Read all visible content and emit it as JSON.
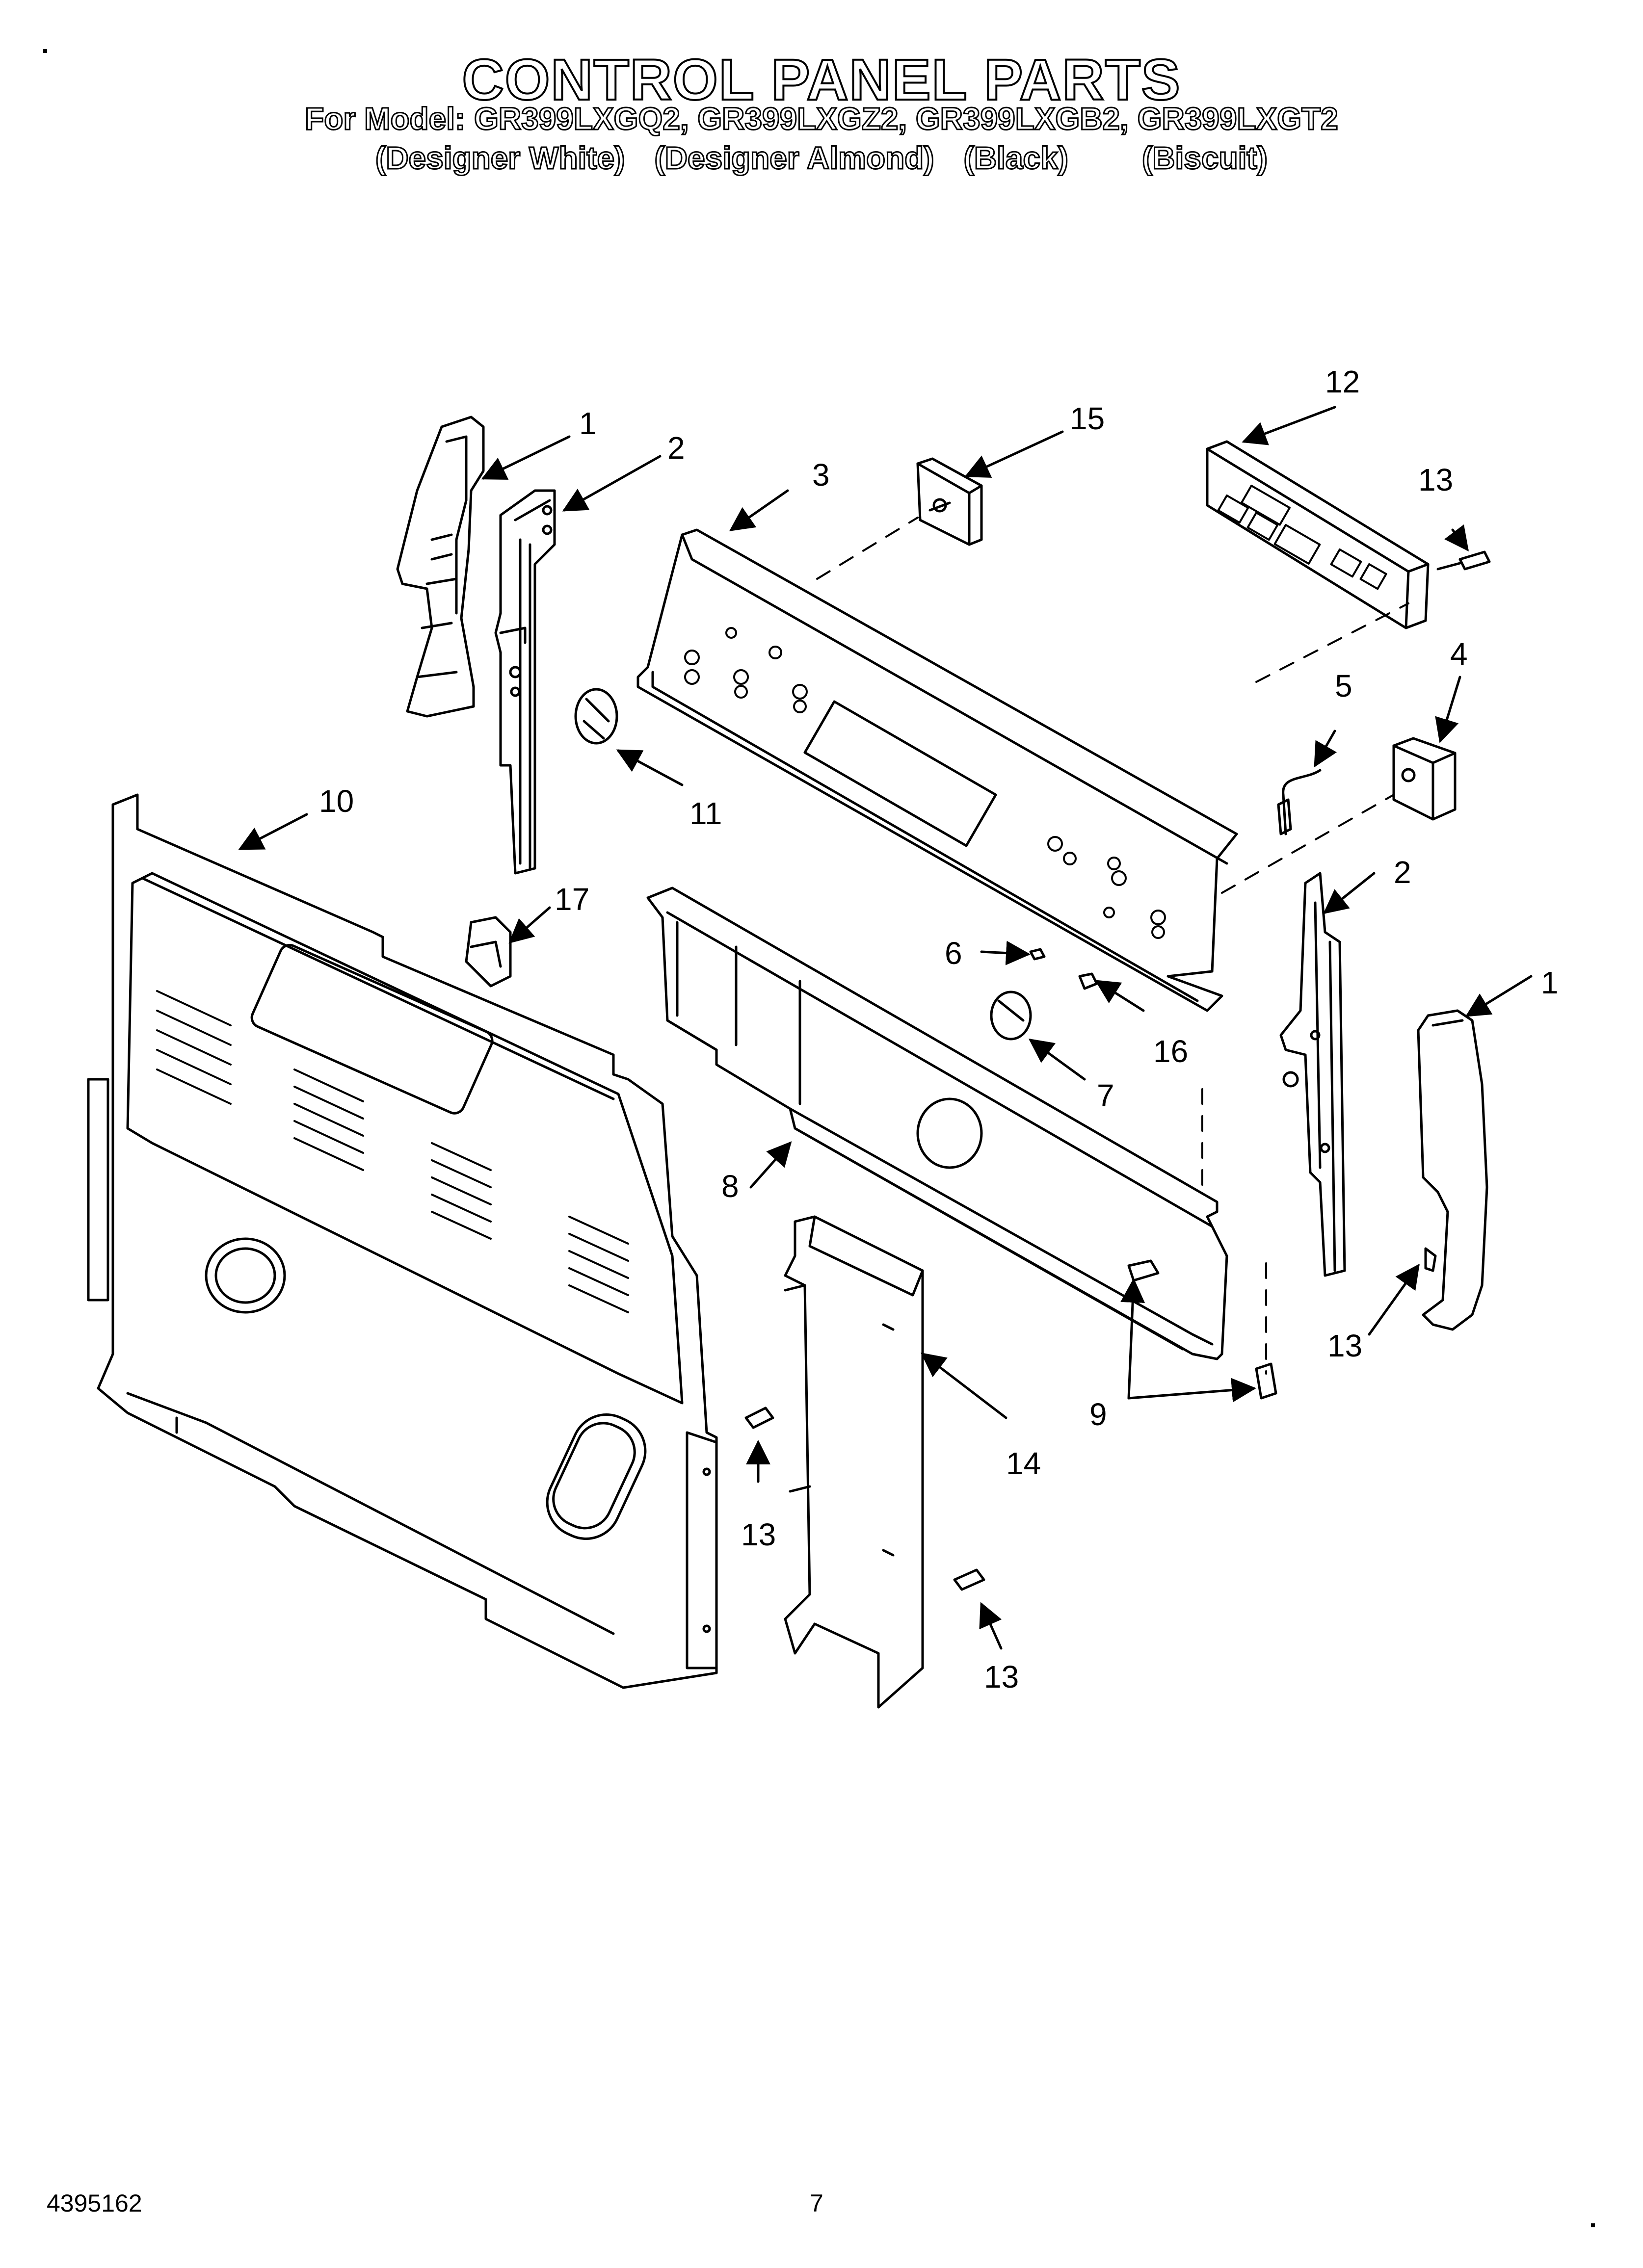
{
  "header": {
    "title": "CONTROL PANEL PARTS",
    "model_line": "For Model: GR399LXGQ2, GR399LXGZ2, GR399LXGB2, GR399LXGT2",
    "variants": [
      "(Designer White)",
      "(Designer Almond)",
      "(Black)",
      "(Biscuit)"
    ]
  },
  "callouts": {
    "c1a": "1",
    "c2a": "2",
    "c3": "3",
    "c15": "15",
    "c12": "12",
    "c13a": "13",
    "c5": "5",
    "c4": "4",
    "c11": "11",
    "c10": "10",
    "c17": "17",
    "c2b": "2",
    "c1b": "1",
    "c6": "6",
    "c16": "16",
    "c7": "7",
    "c8": "8",
    "c13b": "13",
    "c9": "9",
    "c14": "14",
    "c13c": "13",
    "c13d": "13"
  },
  "footer": {
    "part_number": "4395162",
    "page_number": "7"
  }
}
